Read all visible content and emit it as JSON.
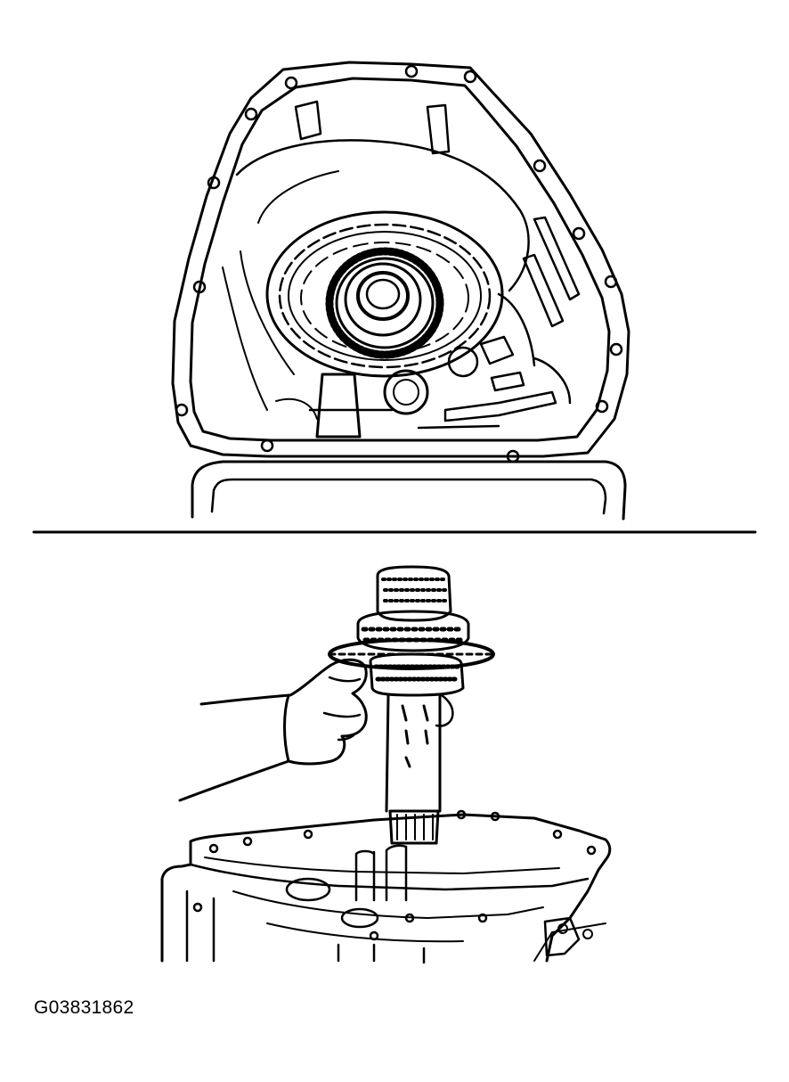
{
  "figure": {
    "id": "G03831862"
  },
  "colors": {
    "ink": "#000000",
    "paper": "#ffffff"
  },
  "illustrations": [
    {
      "name": "transmission-case-top-view"
    },
    {
      "name": "shaft-removal-view"
    }
  ]
}
